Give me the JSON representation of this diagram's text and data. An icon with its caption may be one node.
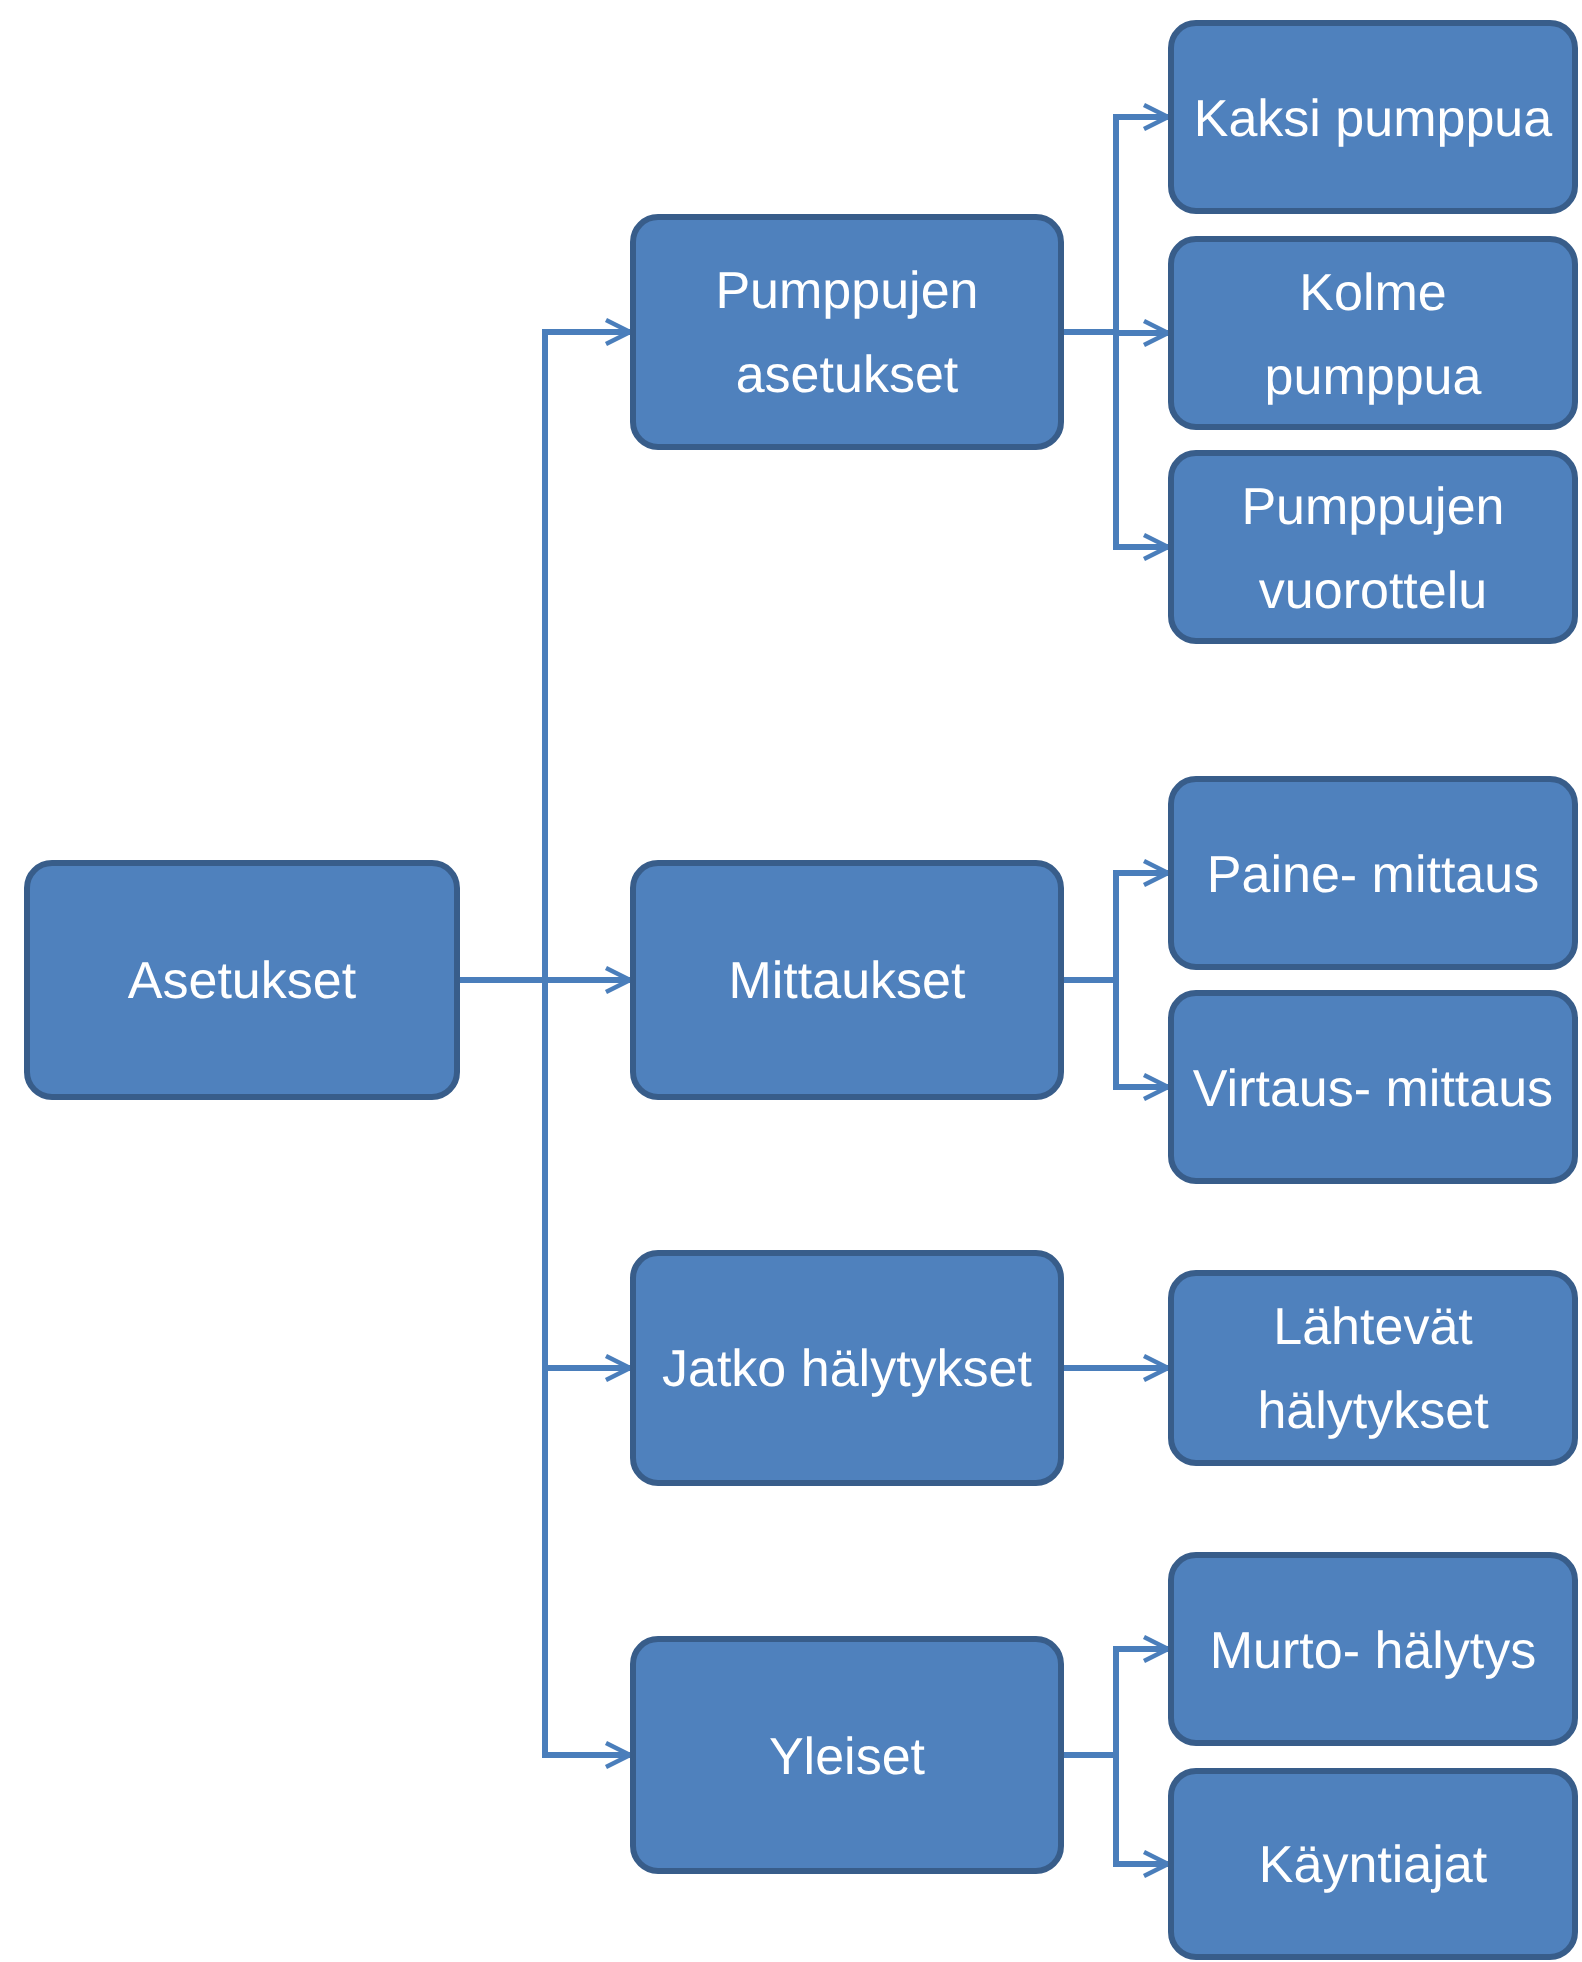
{
  "diagram": {
    "nodes": [
      {
        "text": [
          "Asetukset"
        ]
      },
      {
        "text": [
          "Pumppujen asetukset"
        ]
      },
      {
        "text": [
          "Mittaukset"
        ]
      },
      {
        "text": [
          "Jatko hälytykset"
        ]
      },
      {
        "text": [
          "Yleiset"
        ]
      },
      {
        "text": [
          "Kaksi pumppua"
        ]
      },
      {
        "text": [
          "Kolme pumppua"
        ]
      },
      {
        "text": [
          "Pumppujen vuorottelu"
        ]
      },
      {
        "text": [
          "Paine- mittaus"
        ]
      },
      {
        "text": [
          "Virtaus- mittaus"
        ]
      },
      {
        "text": [
          "Lähtevät hälytykset"
        ]
      },
      {
        "text": [
          "Murto- hälytys"
        ]
      },
      {
        "text": [
          "Käyntiajat"
        ]
      }
    ],
    "edges": [
      {
        "from": 0,
        "to": 1,
        "arrow": "to"
      },
      {
        "from": 0,
        "to": 2,
        "arrow": "to"
      },
      {
        "from": 0,
        "to": 3,
        "arrow": "to"
      },
      {
        "from": 0,
        "to": 4,
        "arrow": "to"
      },
      {
        "from": 1,
        "to": 5,
        "arrow": "to"
      },
      {
        "from": 1,
        "to": 6,
        "arrow": "to"
      },
      {
        "from": 1,
        "to": 7,
        "arrow": "to"
      },
      {
        "from": 2,
        "to": 8,
        "arrow": "to"
      },
      {
        "from": 2,
        "to": 9,
        "arrow": "to"
      },
      {
        "from": 3,
        "to": 10,
        "arrow": "to"
      },
      {
        "from": 4,
        "to": 11,
        "arrow": "to"
      },
      {
        "from": 4,
        "to": 12,
        "arrow": "to"
      }
    ]
  }
}
